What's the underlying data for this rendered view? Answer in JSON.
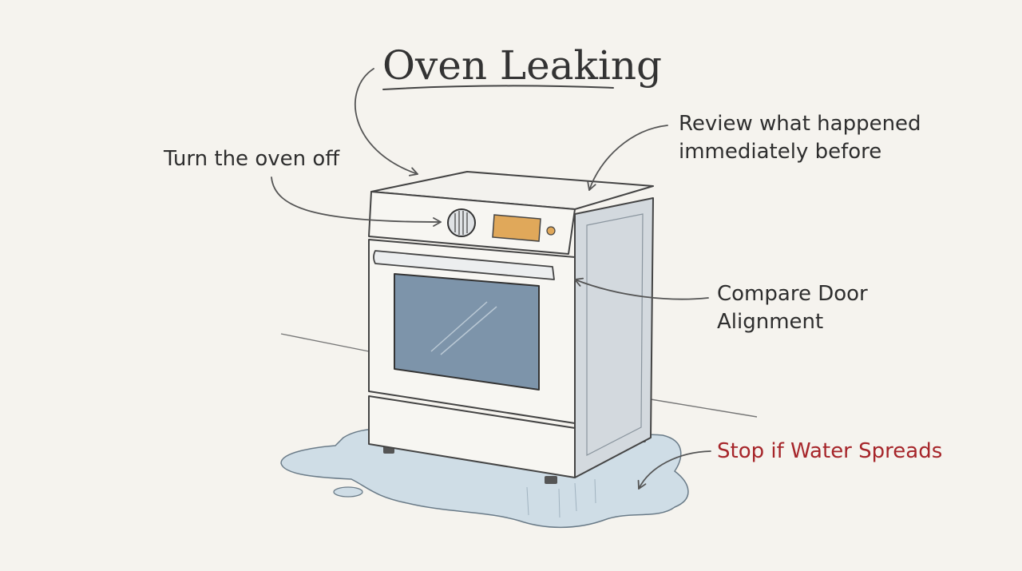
{
  "title": "Oven Leaking",
  "labels": {
    "turn_off": "Turn the oven off",
    "review_line1": "Review what happened",
    "review_line2": "immediately before",
    "door_line1": "Compare Door",
    "door_line2": "Alignment",
    "stop": "Stop if Water Spreads"
  },
  "colors": {
    "background": "#f5f3ee",
    "ink": "#2e2e2e",
    "warning": "#a6252a",
    "water": "#cfdde6",
    "window": "#7d94aa",
    "display": "#e0a85a"
  }
}
